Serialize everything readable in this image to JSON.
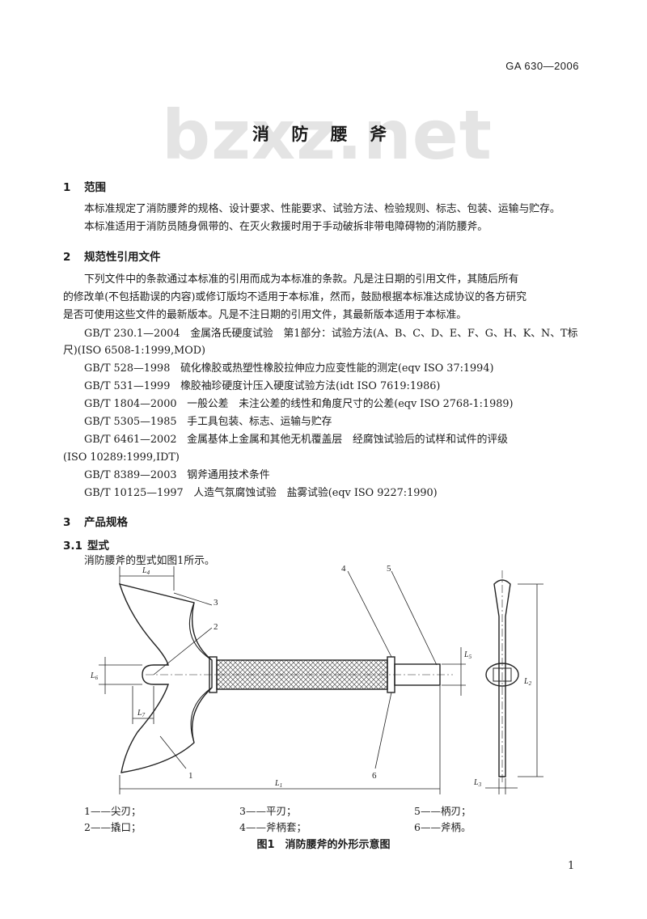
{
  "header": {
    "doc_number": "GA 630—2006"
  },
  "watermark": "bzxz.net",
  "title": "消 防 腰 斧",
  "sections": {
    "s1": {
      "num": "1",
      "title": "范围"
    },
    "s2": {
      "num": "2",
      "title": "规范性引用文件"
    },
    "s3": {
      "num": "3",
      "title": "产品规格"
    },
    "s31": {
      "num": "3.1",
      "title": "型式"
    }
  },
  "scope": {
    "p1": "本标准规定了消防腰斧的规格、设计要求、性能要求、试验方法、检验规则、标志、包装、运输与贮存。",
    "p2": "本标准适用于消防员随身佩带的、在灭火救援时用于手动破拆非带电障碍物的消防腰斧。"
  },
  "normref": {
    "intro_l1": "下列文件中的条款通过本标准的引用而成为本标准的条款。凡是注日期的引用文件，其随后所有",
    "intro_l2": "的修改单(不包括勘误的内容)或修订版均不适用于本标准，然而，鼓励根据本标准达成协议的各方研究",
    "intro_l3": "是否可使用这些文件的最新版本。凡是不注日期的引用文件，其最新版本适用于本标准。",
    "refs": [
      "GB/T 230.1—2004　金属洛氏硬度试验　第1部分：试验方法(A、B、C、D、E、F、G、H、K、N、T标",
      "尺)(ISO 6508-1:1999,MOD)",
      "GB/T 528—1998　硫化橡胶或热塑性橡胶拉伸应力应变性能的测定(eqv ISO 37:1994)",
      "GB/T 531—1999　橡胶袖珍硬度计压入硬度试验方法(idt ISO 7619:1986)",
      "GB/T 1804—2000　一般公差　未注公差的线性和角度尺寸的公差(eqv ISO 2768-1:1989)",
      "GB/T 5305—1985　手工具包装、标志、运输与贮存",
      "GB/T 6461—2002　金属基体上金属和其他无机覆盖层　经腐蚀试验后的试样和试件的评级",
      "(ISO 10289:1999,IDT)",
      "GB/T 8389—2003　钢斧通用技术条件",
      "GB/T 10125—1997　人造气氛腐蚀试验　盐雾试验(eqv ISO 9227:1990)"
    ]
  },
  "spec_text": "消防腰斧的型式如图1所示。",
  "figure": {
    "labels": {
      "n1": "1",
      "n2": "2",
      "n3": "3",
      "n4": "4",
      "n5": "5",
      "n6": "6",
      "L1": "L1",
      "L2": "L2",
      "L3": "L3",
      "L4": "L4",
      "L5": "L5",
      "L6": "L6",
      "L7": "L7"
    },
    "legend": [
      "1——尖刃；",
      "2——撬口；",
      "3——平刃；",
      "4——斧柄套；",
      "5——柄刃；",
      "6——斧柄。"
    ],
    "caption": "图1　消防腰斧的外形示意图"
  },
  "page_number": "1"
}
